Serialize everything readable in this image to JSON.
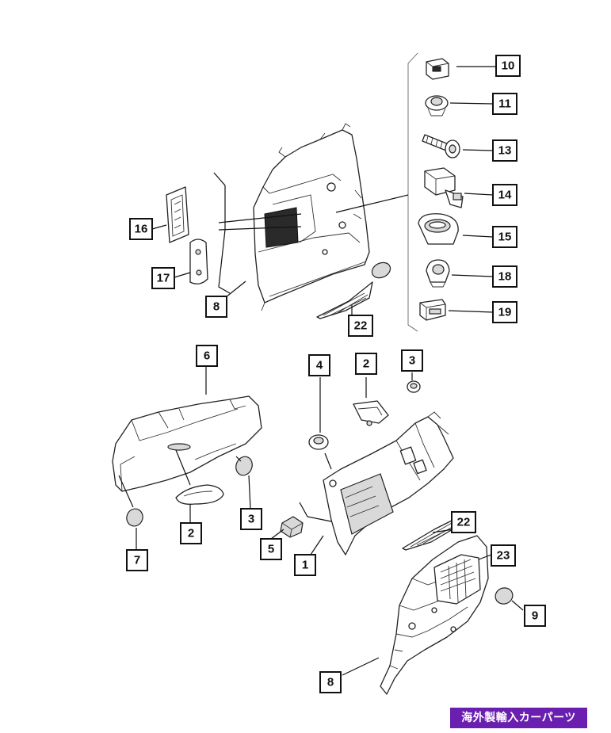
{
  "callouts": [
    {
      "id": "c10",
      "label": "10"
    },
    {
      "id": "c11",
      "label": "11"
    },
    {
      "id": "c13",
      "label": "13"
    },
    {
      "id": "c14",
      "label": "14"
    },
    {
      "id": "c15",
      "label": "15"
    },
    {
      "id": "c18",
      "label": "18"
    },
    {
      "id": "c19",
      "label": "19"
    },
    {
      "id": "c16",
      "label": "16"
    },
    {
      "id": "c17",
      "label": "17"
    },
    {
      "id": "c8a",
      "label": "8"
    },
    {
      "id": "c22a",
      "label": "22"
    },
    {
      "id": "c6",
      "label": "6"
    },
    {
      "id": "c4",
      "label": "4"
    },
    {
      "id": "c2a",
      "label": "2"
    },
    {
      "id": "c3a",
      "label": "3"
    },
    {
      "id": "c7",
      "label": "7"
    },
    {
      "id": "c2b",
      "label": "2"
    },
    {
      "id": "c3b",
      "label": "3"
    },
    {
      "id": "c5",
      "label": "5"
    },
    {
      "id": "c1",
      "label": "1"
    },
    {
      "id": "c22b",
      "label": "22"
    },
    {
      "id": "c23",
      "label": "23"
    },
    {
      "id": "c9",
      "label": "9"
    },
    {
      "id": "c8b",
      "label": "8"
    }
  ],
  "watermark": {
    "text": "海外製輸入カーパーツ",
    "background": "#6a1fb0"
  }
}
